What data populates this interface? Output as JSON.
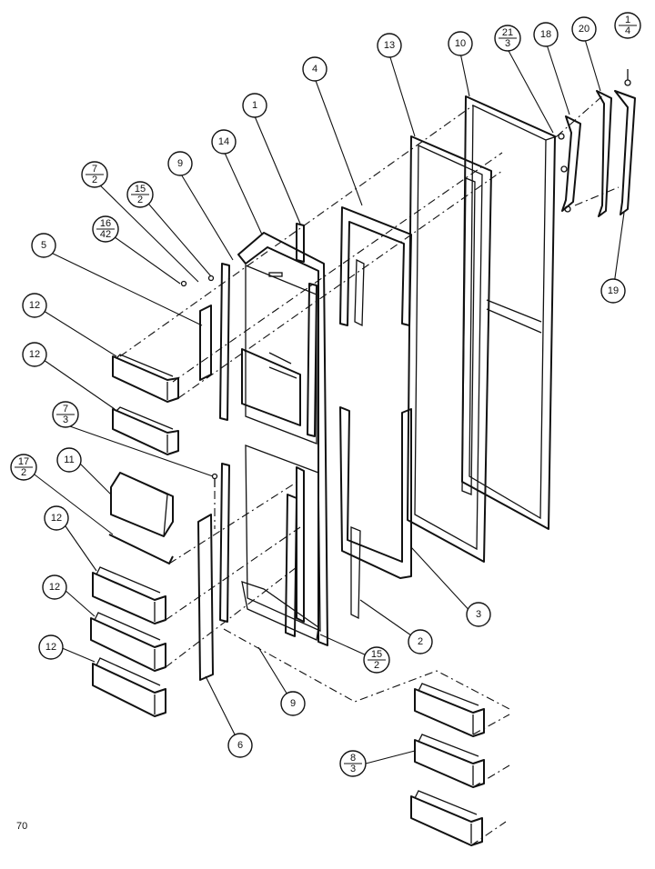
{
  "page_number": "70",
  "callouts": [
    {
      "id": "c1",
      "top": "1"
    },
    {
      "id": "c4",
      "top": "4"
    },
    {
      "id": "c13",
      "top": "13"
    },
    {
      "id": "c10",
      "top": "10"
    },
    {
      "id": "c21",
      "top": "21",
      "bottom": "3"
    },
    {
      "id": "c18",
      "top": "18"
    },
    {
      "id": "c20",
      "top": "20"
    },
    {
      "id": "c1b",
      "top": "1",
      "bottom": "4"
    },
    {
      "id": "c14",
      "top": "14"
    },
    {
      "id": "c9a",
      "top": "9"
    },
    {
      "id": "c7a",
      "top": "7",
      "bottom": "2"
    },
    {
      "id": "c15a",
      "top": "15",
      "bottom": "2"
    },
    {
      "id": "c16",
      "top": "16",
      "bottom": "42"
    },
    {
      "id": "c5",
      "top": "5"
    },
    {
      "id": "c12a",
      "top": "12"
    },
    {
      "id": "c12b",
      "top": "12"
    },
    {
      "id": "c7b",
      "top": "7",
      "bottom": "3"
    },
    {
      "id": "c17",
      "top": "17",
      "bottom": "2"
    },
    {
      "id": "c11",
      "top": "11"
    },
    {
      "id": "c12c",
      "top": "12"
    },
    {
      "id": "c12d",
      "top": "12"
    },
    {
      "id": "c12e",
      "top": "12"
    },
    {
      "id": "c19",
      "top": "19"
    },
    {
      "id": "c3",
      "top": "3"
    },
    {
      "id": "c2",
      "top": "2"
    },
    {
      "id": "c15b",
      "top": "15",
      "bottom": "2"
    },
    {
      "id": "c9b",
      "top": "9"
    },
    {
      "id": "c6",
      "top": "6"
    },
    {
      "id": "c8",
      "top": "8",
      "bottom": "3"
    }
  ]
}
